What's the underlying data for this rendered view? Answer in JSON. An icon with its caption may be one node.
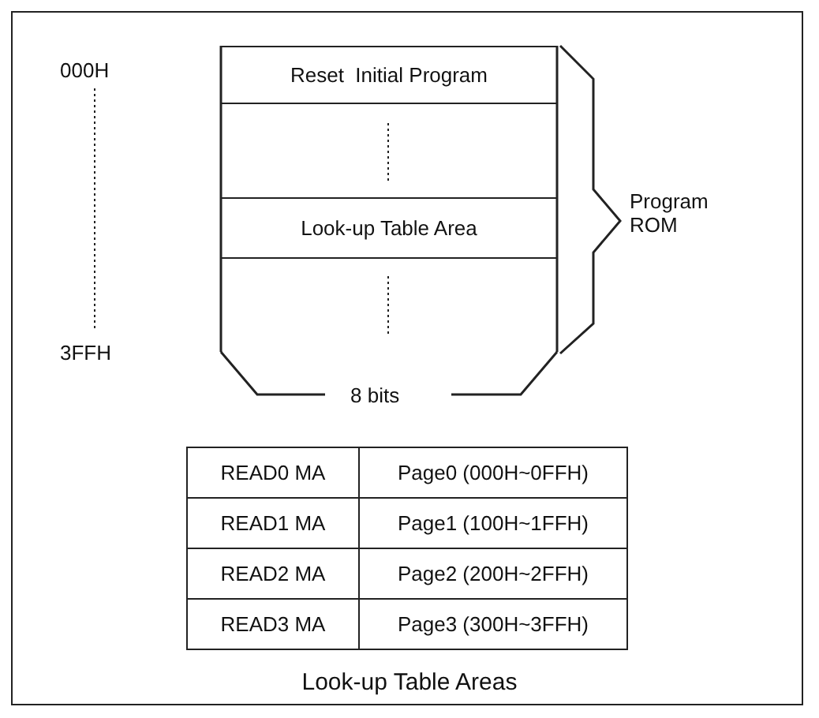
{
  "diagram": {
    "caption": "Look-up Table Areas",
    "nodes": [
      {
        "text": [
          "Reset  Initial Program"
        ]
      },
      {
        "text": [],
        "shape": "box"
      },
      {
        "text": [
          "Look-up Table Area"
        ]
      },
      {
        "text": [],
        "shape": "box"
      }
    ],
    "labels": [
      "000H",
      "Program ROM",
      "3FFH",
      "8 bits",
      "READ0 MA",
      "Page0 (000H~0FFH)",
      "READ1 MA",
      "Page1 (100H~1FFH)",
      "READ2 MA",
      "Page2 (200H~2FFH)",
      "READ3 MA",
      "Page3 (300H~3FFH)"
    ]
  }
}
